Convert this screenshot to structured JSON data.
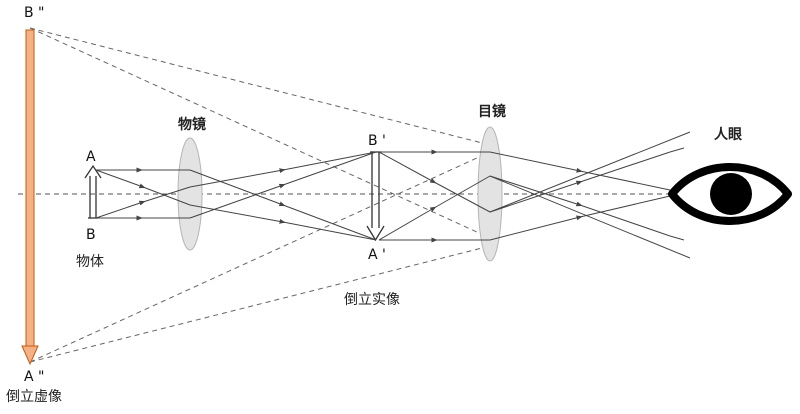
{
  "labels": {
    "objective": "物镜",
    "eyepiece": "目镜",
    "eye": "人眼",
    "object": "物体",
    "real_image": "倒立实像",
    "virtual_image": "倒立虚像",
    "point_a": "A",
    "point_b": "B",
    "point_a1": "A '",
    "point_b1": "B '",
    "point_a2": "A \"",
    "point_b2": "B \""
  },
  "colors": {
    "line": "#444444",
    "lens_fill": "#e3e3e3",
    "lens_stroke": "#b5b5b5",
    "virtual_image_fill": "#f4b183",
    "virtual_image_stroke": "#c55a11",
    "eye": "#000000"
  },
  "icons": {
    "eye": "eye-icon"
  }
}
